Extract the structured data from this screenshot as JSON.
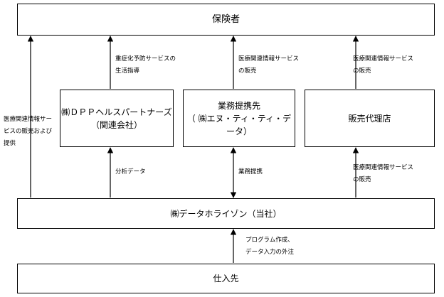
{
  "boxes": {
    "insured": "保険者",
    "dpp_line1": "㈱ＤＰＰヘルスパートナーズ",
    "dpp_line2": "（関連会社）",
    "partner_line1": "業務提携先",
    "partner_line2": "（ ㈱エヌ・ティ・ティ・データ）",
    "agency": "販売代理店",
    "company": "㈱データホライゾン（当社）",
    "supplier": "仕入先"
  },
  "labels": {
    "left_edge": [
      "医療関連情報サー",
      "ビスの販売および",
      "提供"
    ],
    "dpp_to_insured": [
      "重症化予防サービスの",
      "生活指導"
    ],
    "partner_to_insured": [
      "医療関連情報サービス",
      "の販売"
    ],
    "agency_to_insured": [
      "医療関連情報サービス",
      "の販売"
    ],
    "company_to_dpp": "分析データ",
    "company_partner": "業務提携",
    "company_to_agency": [
      "医療関連情報サービス",
      "の販売"
    ],
    "supplier_to_company": [
      "プログラム作成、",
      "データ入力の外注"
    ]
  }
}
